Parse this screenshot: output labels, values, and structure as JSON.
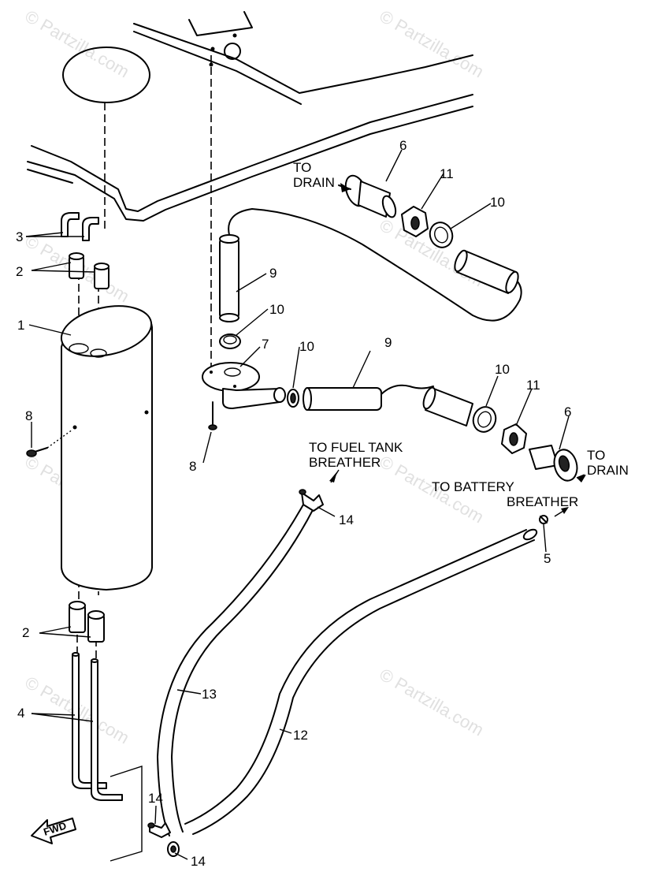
{
  "labels": {
    "to_drain_top": "TO\nDRAIN",
    "to_drain_right": "TO\nDRAIN",
    "to_fuel_tank_breather": "TO FUEL TANK\nBREATHER",
    "to_battery_breather": "TO BATTERY\nBREATHER",
    "fwd": "FWD"
  },
  "callouts": {
    "c1": "1",
    "c2a": "2",
    "c2b": "2",
    "c3": "3",
    "c4": "4",
    "c5": "5",
    "c6a": "6",
    "c6b": "6",
    "c7": "7",
    "c8a": "8",
    "c8b": "8",
    "c9a": "9",
    "c9b": "9",
    "c10a": "10",
    "c10b": "10",
    "c10c": "10",
    "c10d": "10",
    "c11a": "11",
    "c11b": "11",
    "c12": "12",
    "c13": "13",
    "c14a": "14",
    "c14b": "14",
    "c14c": "14"
  },
  "watermark": {
    "text": "© Partzilla.com"
  }
}
